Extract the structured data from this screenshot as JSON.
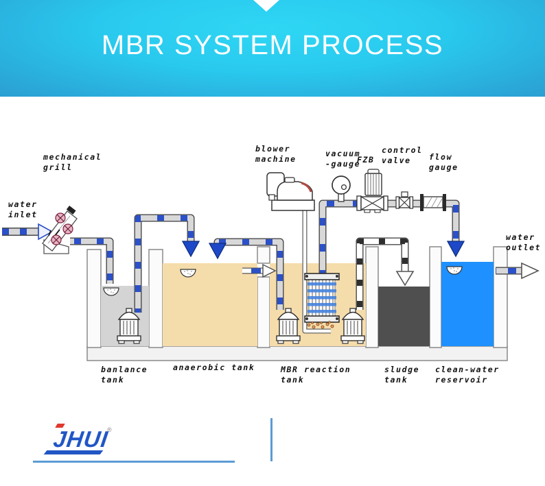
{
  "banner": {
    "title": "MBR SYSTEM PROCESS"
  },
  "labels": {
    "mechanical_grill": "mechanical\ngrill",
    "water_inlet": "water\ninlet",
    "blower_machine": "blower\nmachine",
    "vacuum_gauge": "vacuum\n-gauge",
    "fzb": "FZB",
    "control_valve": "control\nvalve",
    "flow_gauge": "flow\ngauge",
    "water_outlet": "water\noutlet",
    "balance_tank": "banlance\ntank",
    "anaerobic_tank": "anaerobic tank",
    "mbr_reaction_tank": "MBR reaction\ntank",
    "sludge_tank": "sludge\ntank",
    "clean_water_reservoir": "clean-water\nreservoir"
  },
  "logo": {
    "text": "JHUI",
    "registered": "®"
  },
  "colors": {
    "banner_cyan": "#29c9ee",
    "banner_edge_blue": "#2b9ed2",
    "pipe_blue": "#2b50c8",
    "pipe_gray": "#d8d8d8",
    "sludge_pipe_dark": "#2f2f2f",
    "arrow_blue": "#1d49c9",
    "tank_tan": "#f5dcab",
    "balance_gray": "#d4d4d4",
    "sludge_dark": "#4f4f4f",
    "clean_water_blue": "#1e90ff",
    "membrane_blue": "#4583dd",
    "grill_pink": "#e8b4c0",
    "logo_blue": "#2156c5",
    "logo_red": "#e0392e",
    "footer_line_blue": "#5b9bd5"
  }
}
